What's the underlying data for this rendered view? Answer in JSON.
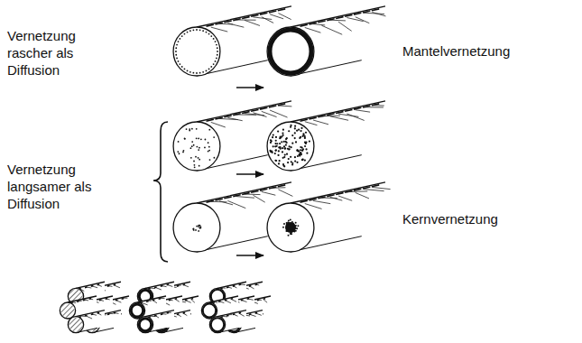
{
  "diagram": {
    "labels": [
      "Vernetzung rascher als Diffusion",
      "Mantelvernetzung",
      "Vernetzung langsamer als Diffusion",
      "Kernvernetzung"
    ]
  }
}
